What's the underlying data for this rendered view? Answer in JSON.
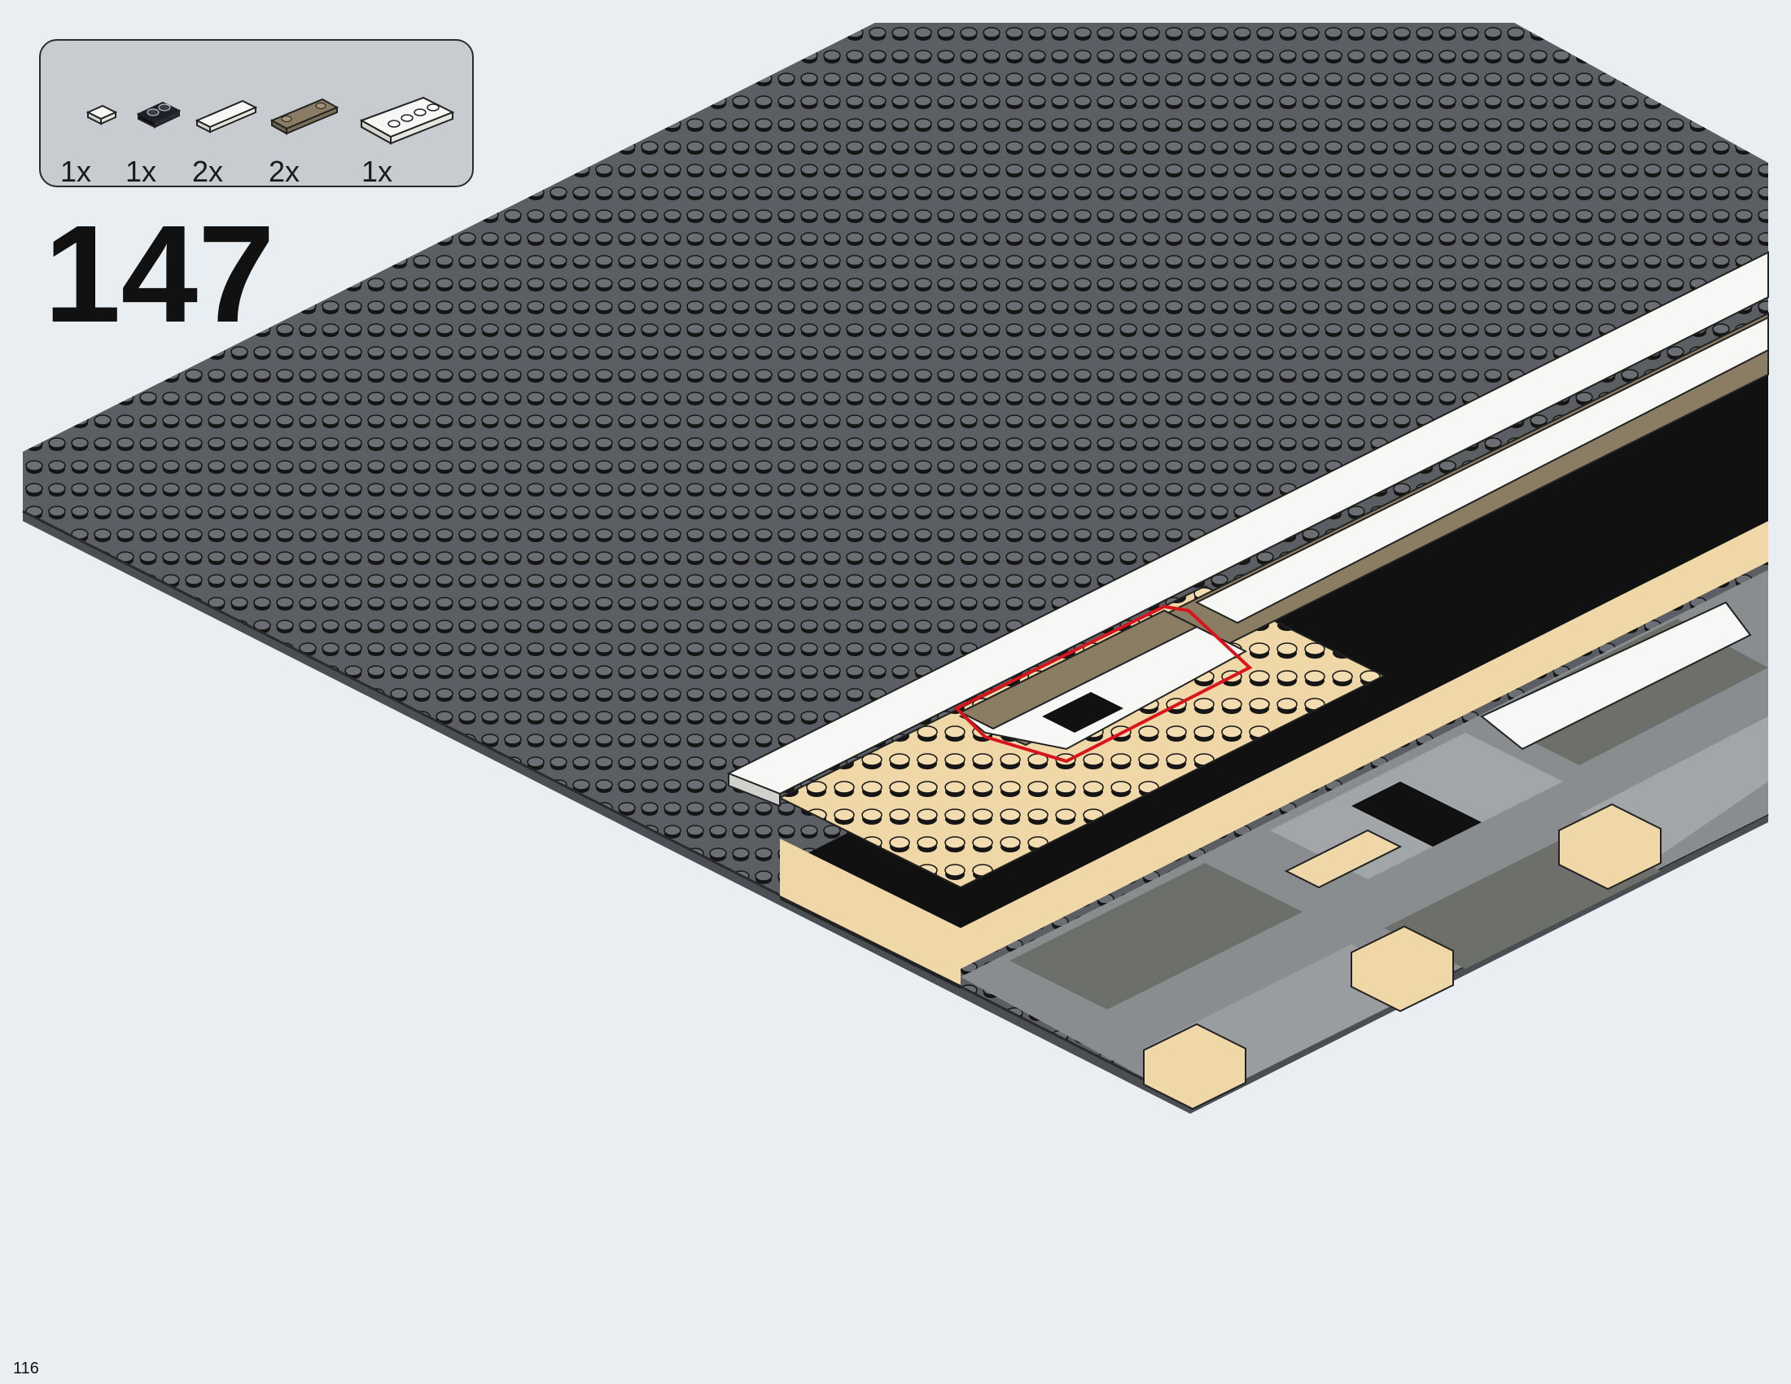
{
  "step": {
    "number": "147"
  },
  "parts_list": {
    "items": [
      {
        "quantity": "1x",
        "part": "white 1x1 tile",
        "color": "#f7f7f5"
      },
      {
        "quantity": "1x",
        "part": "black 1x2 plate",
        "color": "#1c2029"
      },
      {
        "quantity": "2x",
        "part": "white 1x4 tile",
        "color": "#f7f7f5"
      },
      {
        "quantity": "2x",
        "part": "dark tan 1x6 plate",
        "color": "#8b7d63"
      },
      {
        "quantity": "1x",
        "part": "white 2x4 plate",
        "color": "#f7f7f5"
      }
    ]
  },
  "page": {
    "number": "116"
  },
  "colors": {
    "background": "#e9eef2",
    "baseplate": "#5b5e62",
    "tan": "#f0d7a8",
    "dark_tan": "#8b7d63",
    "white": "#f7f7f5",
    "black": "#111111",
    "highlight": "#d8141c"
  }
}
